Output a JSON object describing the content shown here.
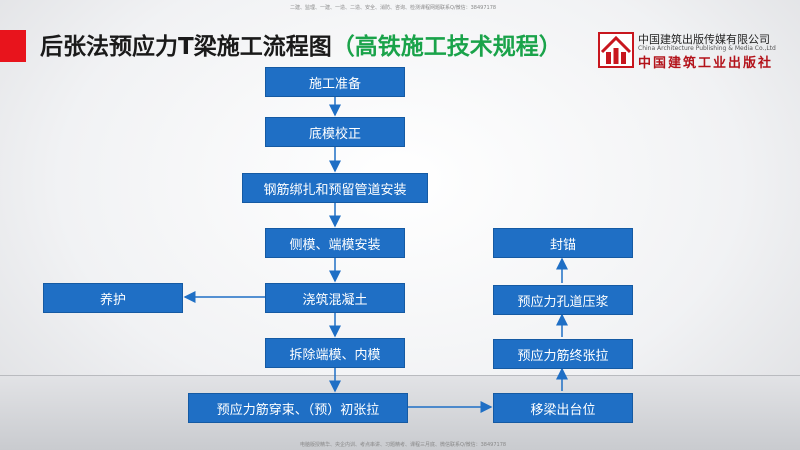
{
  "header": {
    "title_main": "后张法预应力T梁施工流程图",
    "title_sub": "（高铁施工技术规程）",
    "top_note": "二建、监理、一建、一造、二造、安全、消防、咨询、检测课程网题联系Q/微信：38497178",
    "bottom_note": "电脑版授精华、央企内训、考点串讲、习题精考、课程三月底、微信联系Q/微信：38497178"
  },
  "logo": {
    "name_cn": "中国建筑出版传媒有限公司",
    "name_en": "China Architecture Publishing & Media Co.,Ltd",
    "name_cn2": "中国建筑工业出版社"
  },
  "flow": {
    "steps": {
      "prepare": "施工准备",
      "bottom_form": "底模校正",
      "rebar": "钢筋绑扎和预留管道安装",
      "side_form": "侧模、端模安装",
      "pour": "浇筑混凝土",
      "cure": "养护",
      "remove_form": "拆除端模、内模",
      "initial_tension": "预应力筋穿束、（预）初张拉",
      "move_beam": "移梁出台位",
      "final_tension": "预应力筋终张拉",
      "grout": "预应力孔道压浆",
      "anchor_seal": "封锚"
    }
  },
  "colors": {
    "box": "#1f6fc5",
    "accent_red": "#e8141c",
    "subtitle_green": "#1aa34a"
  }
}
